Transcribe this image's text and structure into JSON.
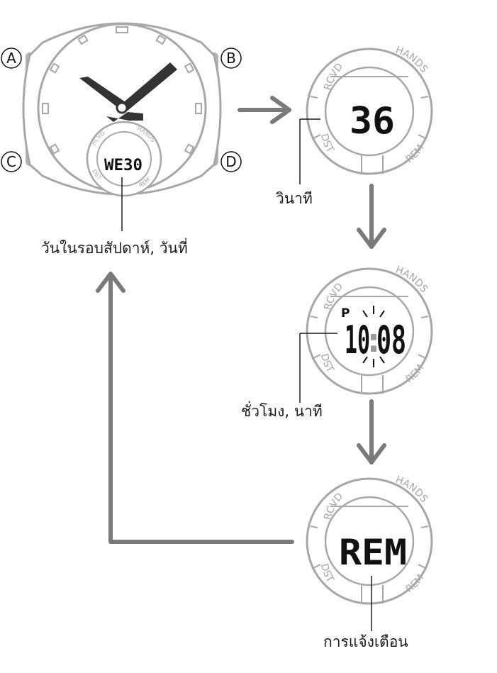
{
  "buttons": {
    "a": "A",
    "b": "B",
    "c": "C",
    "d": "D"
  },
  "ring_labels": {
    "top_left": "RCVD",
    "top_right": "HANDS",
    "bottom_left": "DST",
    "bottom_right": "REM"
  },
  "main_watch": {
    "lcd_text": "WE30"
  },
  "screens": {
    "seconds": {
      "lcd_text": "36",
      "caption": "วินาที"
    },
    "time": {
      "pm_indicator": "P",
      "hour": "10",
      "colon": ":",
      "minute": "08",
      "caption": "ชั่วโมง, นาที"
    },
    "alarm": {
      "lcd_text": "REM",
      "caption": "การแจ้งเตือน"
    }
  },
  "main_caption": "วันในรอบสัปดาห์, วันที่",
  "colors": {
    "outline": "#a7a7a7",
    "button": "#b3b3b3",
    "arrow": "#7a7a7a",
    "hand": "#333333",
    "lcd": "#111111"
  }
}
